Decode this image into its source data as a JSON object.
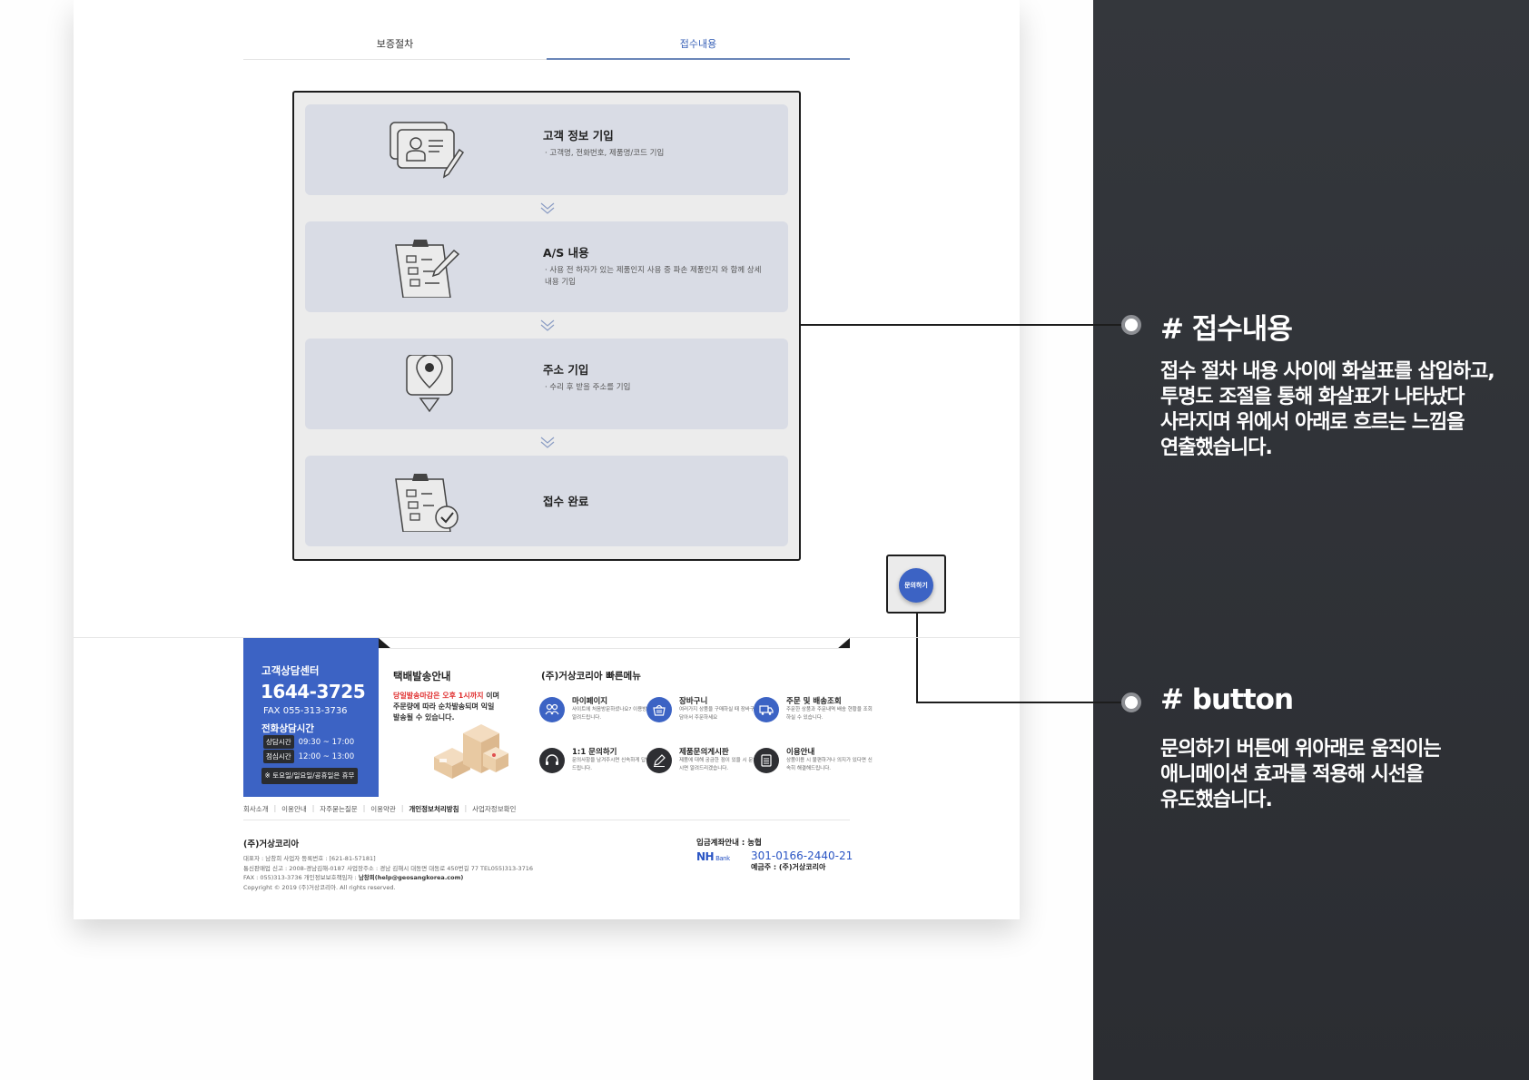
{
  "tabs": [
    {
      "label": "보증절차",
      "active": false
    },
    {
      "label": "접수내용",
      "active": true
    }
  ],
  "steps": [
    {
      "icon": "id-card-pen-icon",
      "title": "고객 정보 기입",
      "desc": "· 고객명, 전화번호, 제품명/코드 기입"
    },
    {
      "icon": "clipboard-pen-icon",
      "title": "A/S 내용",
      "desc": "· 사용 전 하자가 있는 제품인지 사용 중 파손 제품인지 와 함께 상세 내용 기입"
    },
    {
      "icon": "map-pin-icon",
      "title": "주소 기입",
      "desc": "· 수리 후 받을 주소를 기입"
    },
    {
      "icon": "clipboard-check-icon",
      "title": "접수 완료",
      "desc": ""
    }
  ],
  "floating_button": {
    "label": "문의하기",
    "color": "#3c63c4"
  },
  "annotations": [
    {
      "title": "# 접수내용",
      "body": [
        "접수 절차 내용 사이에 화살표를 삽입하고,",
        "투명도 조절을 통해 화살표가 나타났다",
        "사라지며 위에서 아래로 흐르는 느낌을",
        "연출했습니다."
      ]
    },
    {
      "title": "# button",
      "body": [
        "문의하기 버튼에 위아래로 움직이는",
        "애니메이션 효과를 적용해 시선을",
        "유도했습니다."
      ]
    }
  ],
  "footer": {
    "customer_center": {
      "title": "고객상담센터",
      "phone": "1644-3725",
      "fax": "FAX 055-313-3736",
      "hours_title": "전화상담시간",
      "hours": [
        {
          "label": "상담시간",
          "value": "09:30 ~ 17:00"
        },
        {
          "label": "점심시간",
          "value": "12:00 ~ 13:00"
        }
      ],
      "holiday": "※ 토요일/일요일/공휴일은 휴무"
    },
    "shipping": {
      "title": "택배발송안내",
      "highlight": "당일발송마감은 오후 1시까지",
      "text1": " 이며",
      "text2": "주문량에 따라 순차발송되며 익일",
      "text3": "발송될 수 있습니다."
    },
    "quick_menu": {
      "title": "(주)거상코리아 빠른메뉴",
      "items": [
        {
          "icon": "users-icon",
          "name": "마이페이지",
          "sub": "사이트에 처음방문하셨나요? 이용방법을 알려드립니다.",
          "color": "#3c63c4"
        },
        {
          "icon": "basket-icon",
          "name": "장바구니",
          "sub": "여러가지 상품을 구매하실 때 장바구니에 담아서 주문하세요",
          "color": "#3c63c4"
        },
        {
          "icon": "truck-icon",
          "name": "주문 및 배송조회",
          "sub": "주문한 상품과 주문내역 배송 현황을 조회하실 수 있습니다.",
          "color": "#3c63c4"
        },
        {
          "icon": "headset-icon",
          "name": "1:1 문의하기",
          "sub": "문의사항을 남겨주시면 신속하게 답변해 드립니다.",
          "color": "#2e2f33"
        },
        {
          "icon": "pencil-icon",
          "name": "제품문의게시판",
          "sub": "제품에 대해 궁금한 점이 있을 시 문의주시면 알려드리겠습니다.",
          "color": "#2e2f33"
        },
        {
          "icon": "document-icon",
          "name": "이용안내",
          "sub": "상품이용 시 불편하거나 의지가 있다면 신속히 해결해드립니다.",
          "color": "#2e2f33"
        }
      ]
    },
    "links": [
      {
        "label": "회사소개",
        "bold": false
      },
      {
        "label": "이용안내",
        "bold": false
      },
      {
        "label": "자주묻는질문",
        "bold": false
      },
      {
        "label": "이용약관",
        "bold": false
      },
      {
        "label": "개인정보처리방침",
        "bold": true
      },
      {
        "label": "사업자정보확인",
        "bold": false
      }
    ],
    "company": {
      "name": "(주)거상코리아",
      "line1": "대표자 : 남창희   사업자 등록번호 : [621-81-57181]",
      "line2": "통신판매업 신고 : 2008-경남김해-0187   사업장주소 : 경남 김해시 대동면 대동로 450번길 77   TEL055)313-3716",
      "line3_pre": "FAX : 055)313-3736   개인정보보호책임자 : ",
      "line3_bold": "남창희(help@geosangkorea.com)",
      "copyright": "Copyright © 2019 (주)거상코리아. All rights reserved."
    },
    "bank": {
      "label": "입금계좌안내 : 농협",
      "bank_name": "NH",
      "bank_suffix": "Bank",
      "account": "301-0166-2440-21",
      "owner": "예금주 : (주)거상코리아"
    }
  }
}
